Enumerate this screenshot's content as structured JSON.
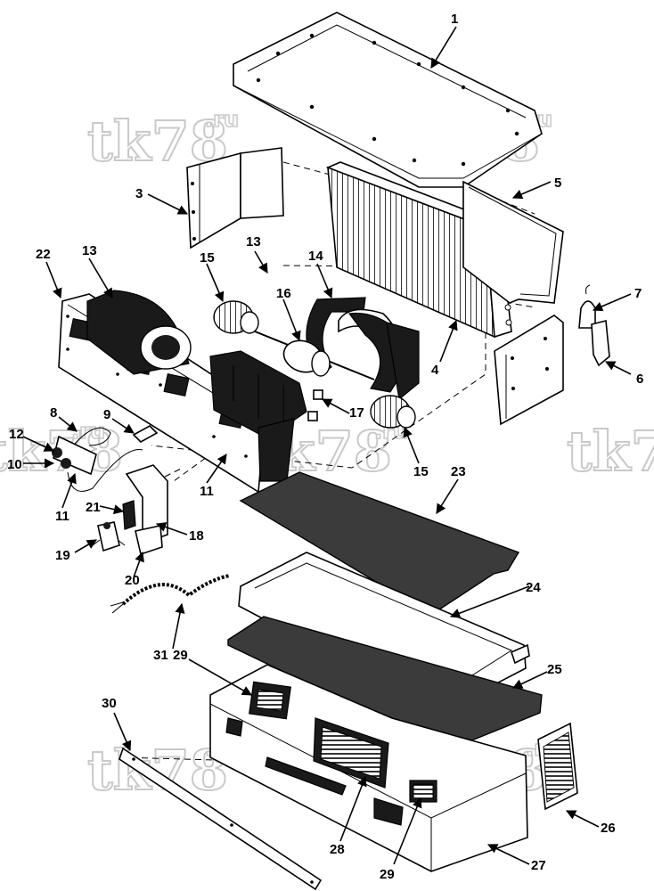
{
  "watermark": {
    "main": "tk78",
    "suffix": ".ru"
  },
  "callouts": [
    "1",
    "3",
    "4",
    "5",
    "6",
    "7",
    "8",
    "9",
    "10",
    "11",
    "11",
    "12",
    "13",
    "13",
    "14",
    "15",
    "15",
    "16",
    "17",
    "18",
    "19",
    "20",
    "21",
    "22",
    "23",
    "24",
    "25",
    "26",
    "27",
    "28",
    "29",
    "29",
    "30",
    "31"
  ]
}
